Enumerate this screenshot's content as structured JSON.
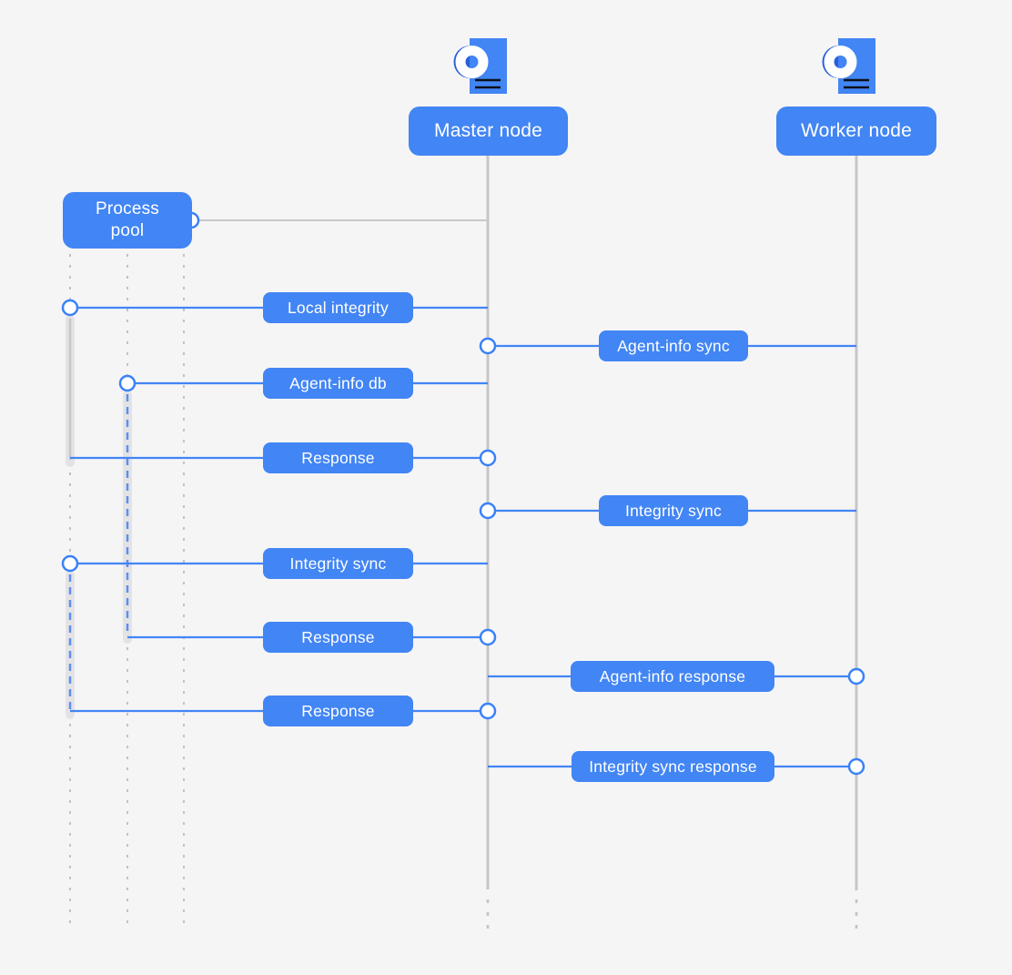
{
  "palette": {
    "background": "#f5f5f6",
    "node_blue": "#4285f4",
    "icon_dark_blue": "#2b5fd9",
    "icon_lines_black": "#0e1116",
    "message_line_blue": "#4285f4",
    "endpoint_circle_stroke": "#3b82f6",
    "lifeline_gray": "#c6c6c8",
    "activation_fill": "#e3e3e5",
    "activation_inner_blue_dash": "#5e8ef1",
    "activation_inner_gray": "#c6c6c6"
  },
  "actors": {
    "master": {
      "label": "Master node",
      "icon": "document-logo-icon"
    },
    "worker": {
      "label": "Worker node",
      "icon": "document-logo-icon"
    }
  },
  "process_pool": {
    "line1": "Process",
    "line2": "pool"
  },
  "messages": [
    {
      "label": "Local integrity",
      "from": "process-1",
      "to": "master",
      "circle_at": "start"
    },
    {
      "label": "Agent-info sync",
      "from": "master",
      "to": "worker",
      "circle_at": "start"
    },
    {
      "label": "Agent-info db",
      "from": "process-2",
      "to": "master",
      "circle_at": "start"
    },
    {
      "label": "Response",
      "from": "process-1",
      "to": "master",
      "circle_at": "end"
    },
    {
      "label": "Integrity sync",
      "from": "master",
      "to": "worker",
      "circle_at": "start"
    },
    {
      "label": "Integrity sync",
      "from": "process-1",
      "to": "master",
      "circle_at": "start"
    },
    {
      "label": "Response",
      "from": "process-2",
      "to": "master",
      "circle_at": "end"
    },
    {
      "label": "Agent-info response",
      "from": "master",
      "to": "worker",
      "circle_at": "end"
    },
    {
      "label": "Response",
      "from": "process-1",
      "to": "master",
      "circle_at": "end"
    },
    {
      "label": "Integrity sync response",
      "from": "master",
      "to": "worker",
      "circle_at": "end"
    }
  ],
  "lifelines": [
    {
      "name": "process-pool-1",
      "col": "p1"
    },
    {
      "name": "process-pool-2",
      "col": "p2"
    },
    {
      "name": "process-pool-3",
      "col": "p3"
    },
    {
      "name": "master-node",
      "col": "master"
    },
    {
      "name": "worker-node",
      "col": "worker"
    }
  ],
  "connector": {
    "from": "process-pool",
    "to": "master"
  }
}
